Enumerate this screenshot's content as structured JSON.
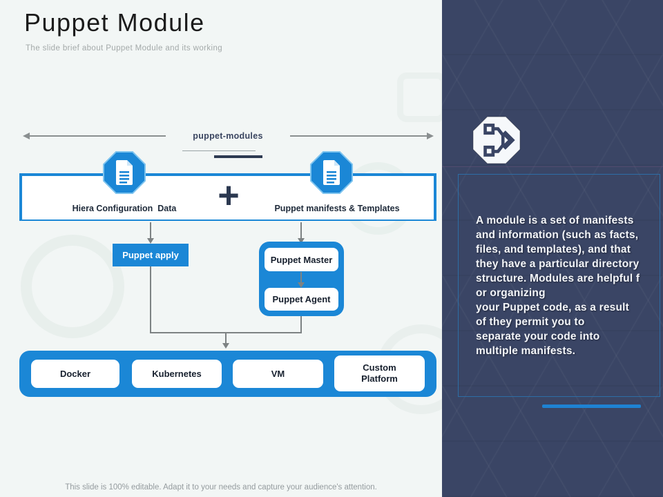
{
  "slide": {
    "title": "Puppet Module",
    "subtitle": "The slide brief about Puppet Module and its working",
    "footer": "This slide is 100% editable.  Adapt it to your needs and capture your audience's attention."
  },
  "diagram": {
    "top_label": "puppet-modules",
    "plus": "+",
    "inputs": [
      {
        "label": "Hiera Configuration  Data",
        "icon": "document-icon"
      },
      {
        "label": "Puppet manifests & Templates",
        "icon": "document-icon"
      }
    ],
    "apply_label": "Puppet apply",
    "master_label": "Puppet Master",
    "agent_label": "Puppet Agent",
    "platforms": [
      "Docker",
      "Kubernetes",
      "VM",
      "Custom Platform"
    ]
  },
  "panel": {
    "icon": "branch-icon",
    "description": "A module is a set of manifests\nand information (such as facts,\nfiles, and templates), and that\nthey have a particular directory\nstructure. Modules are helpful f\nor organizing\nyour Puppet code, as a result\nof they permit you to\nseparate your code into\nmultiple manifests."
  },
  "colors": {
    "accent_blue": "#1b87d6",
    "panel_navy": "#3a4565",
    "connector_gray": "#7d8283"
  }
}
